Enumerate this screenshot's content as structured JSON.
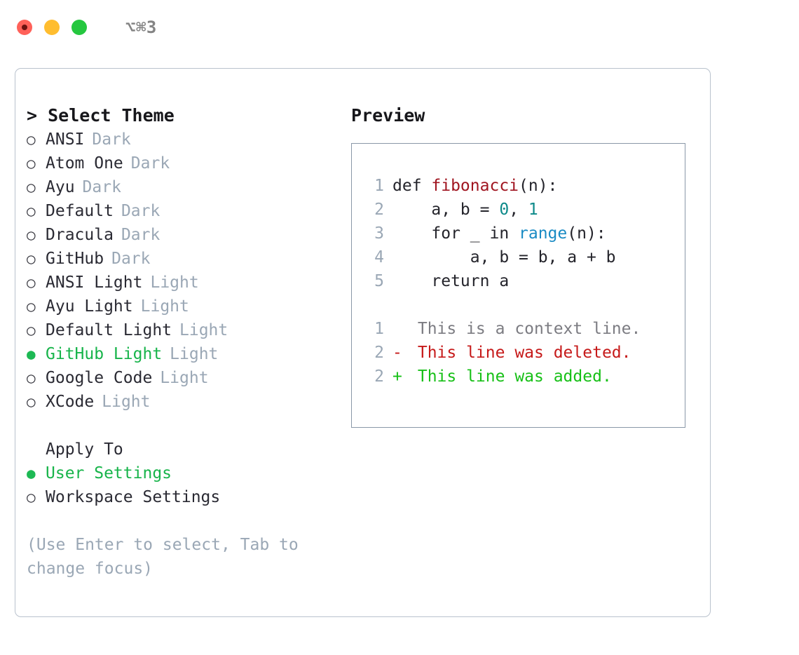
{
  "window": {
    "shortcut": "⌥⌘3",
    "traffic_lights": [
      {
        "name": "close-button",
        "color": "#ff6159"
      },
      {
        "name": "minimize-button",
        "color": "#ffbd2f"
      },
      {
        "name": "maximize-button",
        "color": "#25c73f"
      }
    ]
  },
  "theme_panel": {
    "title": "Select Theme",
    "prompt": ">",
    "marker_unselected": "○",
    "marker_selected": "●",
    "items": [
      {
        "label": "ANSI",
        "variant": "Dark",
        "selected": false
      },
      {
        "label": "Atom One",
        "variant": "Dark",
        "selected": false
      },
      {
        "label": "Ayu",
        "variant": "Dark",
        "selected": false
      },
      {
        "label": "Default",
        "variant": "Dark",
        "selected": false
      },
      {
        "label": "Dracula",
        "variant": "Dark",
        "selected": false
      },
      {
        "label": "GitHub",
        "variant": "Dark",
        "selected": false
      },
      {
        "label": "ANSI Light",
        "variant": "Light",
        "selected": false
      },
      {
        "label": "Ayu Light",
        "variant": "Light",
        "selected": false
      },
      {
        "label": "Default Light",
        "variant": "Light",
        "selected": false
      },
      {
        "label": "GitHub Light",
        "variant": "Light",
        "selected": true
      },
      {
        "label": "Google Code",
        "variant": "Light",
        "selected": false
      },
      {
        "label": "XCode",
        "variant": "Light",
        "selected": false
      }
    ]
  },
  "apply_to": {
    "title": "Apply To",
    "items": [
      {
        "label": "User Settings",
        "selected": true
      },
      {
        "label": "Workspace Settings",
        "selected": false
      }
    ]
  },
  "hint": "(Use Enter to select, Tab to change focus)",
  "preview": {
    "title": "Preview",
    "code_lines": [
      {
        "number": "1",
        "tokens": [
          {
            "text": "def ",
            "type": "def"
          },
          {
            "text": "fibonacci",
            "type": "func"
          },
          {
            "text": "(n):",
            "type": "plain"
          }
        ]
      },
      {
        "number": "2",
        "tokens": [
          {
            "text": "    a, b = ",
            "type": "plain"
          },
          {
            "text": "0",
            "type": "num"
          },
          {
            "text": ", ",
            "type": "plain"
          },
          {
            "text": "1",
            "type": "num"
          }
        ]
      },
      {
        "number": "3",
        "tokens": [
          {
            "text": "    for _ in ",
            "type": "plain"
          },
          {
            "text": "range",
            "type": "builtin"
          },
          {
            "text": "(n):",
            "type": "plain"
          }
        ]
      },
      {
        "number": "4",
        "tokens": [
          {
            "text": "        a, b = b, a + b",
            "type": "plain"
          }
        ]
      },
      {
        "number": "5",
        "tokens": [
          {
            "text": "    return a",
            "type": "plain"
          }
        ]
      }
    ],
    "diff_lines": [
      {
        "number": "1",
        "sign": " ",
        "text": " This is a context line.",
        "kind": "context"
      },
      {
        "number": "2",
        "sign": "-",
        "text": " This line was deleted.",
        "kind": "del"
      },
      {
        "number": "2",
        "sign": "+",
        "text": " This line was added.",
        "kind": "add"
      }
    ]
  },
  "colors": {
    "accent_green": "#17b44a",
    "muted": "#9aa7b5",
    "text": "#2a2a33",
    "diff_add": "#17c017",
    "diff_del": "#c61a1a",
    "func": "#a01520",
    "builtin": "#1a8bc4",
    "number": "#0d8a8a"
  }
}
